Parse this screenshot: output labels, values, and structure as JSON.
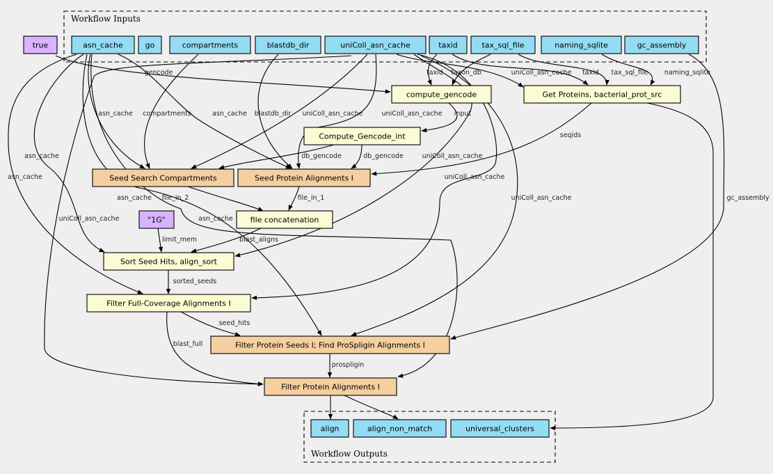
{
  "colors": {
    "background": "#efefef",
    "input": "#94dcf4",
    "constant": "#d9b3ff",
    "step": "#fbfbd4",
    "subworkflow": "#f5cf9f"
  },
  "clusters": [
    {
      "id": "inputs",
      "label": "Workflow Inputs"
    },
    {
      "id": "outputs",
      "label": "Workflow Outputs"
    }
  ],
  "nodes": [
    {
      "id": "true",
      "label": "true",
      "kind": "constant"
    },
    {
      "id": "asn_cache",
      "label": "asn_cache",
      "kind": "input"
    },
    {
      "id": "go",
      "label": "go",
      "kind": "input"
    },
    {
      "id": "compartments",
      "label": "compartments",
      "kind": "input"
    },
    {
      "id": "blastdb_dir",
      "label": "blastdb_dir",
      "kind": "input"
    },
    {
      "id": "uniColl_asn_cache",
      "label": "uniColl_asn_cache",
      "kind": "input"
    },
    {
      "id": "taxid",
      "label": "taxid",
      "kind": "input"
    },
    {
      "id": "tax_sql_file",
      "label": "tax_sql_file",
      "kind": "input"
    },
    {
      "id": "naming_sqlite",
      "label": "naming_sqlite",
      "kind": "input"
    },
    {
      "id": "gc_assembly",
      "label": "gc_assembly",
      "kind": "input"
    },
    {
      "id": "compute_gencode",
      "label": "compute_gencode",
      "kind": "step"
    },
    {
      "id": "get_proteins",
      "label": "Get Proteins, bacterial_prot_src",
      "kind": "step"
    },
    {
      "id": "compute_gencode_int",
      "label": "Compute_Gencode_int",
      "kind": "step"
    },
    {
      "id": "seed_search",
      "label": "Seed Search Compartments",
      "kind": "subworkflow"
    },
    {
      "id": "seed_protein",
      "label": "Seed Protein Alignments I",
      "kind": "subworkflow"
    },
    {
      "id": "one_g",
      "label": "\"1G\"",
      "kind": "constant"
    },
    {
      "id": "file_concat",
      "label": "file concatenation",
      "kind": "step"
    },
    {
      "id": "sort_seed",
      "label": "Sort Seed Hits, align_sort",
      "kind": "step"
    },
    {
      "id": "filter_full",
      "label": "Filter Full-Coverage Alignments I",
      "kind": "step"
    },
    {
      "id": "filter_seeds",
      "label": "Filter Protein Seeds I; Find ProSpligin Alignments I",
      "kind": "subworkflow"
    },
    {
      "id": "filter_align",
      "label": "Filter Protein Alignments I",
      "kind": "subworkflow"
    },
    {
      "id": "align",
      "label": "align",
      "kind": "input"
    },
    {
      "id": "align_non_match",
      "label": "align_non_match",
      "kind": "input"
    },
    {
      "id": "universal_clusters",
      "label": "universal_clusters",
      "kind": "input"
    }
  ],
  "edges": [
    {
      "from": "true",
      "to": "compute_gencode",
      "label": "gencode"
    },
    {
      "from": "asn_cache",
      "to": "seed_search",
      "label": "asn_cache"
    },
    {
      "from": "compartments",
      "to": "seed_search",
      "label": "compartments"
    },
    {
      "from": "asn_cache",
      "to": "seed_protein",
      "label": "asn_cache"
    },
    {
      "from": "blastdb_dir",
      "to": "seed_protein",
      "label": "blastdb_dir"
    },
    {
      "from": "uniColl_asn_cache",
      "to": "seed_search",
      "label": "uniColl_asn_cache"
    },
    {
      "from": "uniColl_asn_cache",
      "to": "seed_protein",
      "label": "uniColl_asn_cache"
    },
    {
      "from": "compute_gencode_int",
      "to": "seed_search",
      "label": "db_gencode"
    },
    {
      "from": "compute_gencode_int",
      "to": "seed_protein",
      "label": "db_gencode"
    },
    {
      "from": "compute_gencode",
      "to": "compute_gencode_int",
      "label": "input"
    },
    {
      "from": "get_proteins",
      "to": "seed_protein",
      "label": "seqids"
    },
    {
      "from": "seed_search",
      "to": "file_concat",
      "label": "file_in_2"
    },
    {
      "from": "seed_protein",
      "to": "file_concat",
      "label": "file_in_1"
    },
    {
      "from": "one_g",
      "to": "sort_seed",
      "label": "limit_mem"
    },
    {
      "from": "file_concat",
      "to": "sort_seed",
      "label": "blast_aligns"
    },
    {
      "from": "asn_cache",
      "to": "sort_seed",
      "label": "asn_cache"
    },
    {
      "from": "uniColl_asn_cache",
      "to": "filter_align",
      "label": "uniColl_asn_cache"
    },
    {
      "from": "asn_cache",
      "to": "filter_full",
      "label": "asn_cache"
    },
    {
      "from": "uniColl_asn_cache",
      "to": "sort_seed",
      "label": "uniColl_asn_cache"
    },
    {
      "from": "uniColl_asn_cache",
      "to": "filter_full",
      "label": "uniColl_asn_cache"
    },
    {
      "from": "uniColl_asn_cache",
      "to": "filter_seeds",
      "label": "uniColl_asn_cache"
    },
    {
      "from": "asn_cache",
      "to": "filter_seeds",
      "label": "asn_cache"
    },
    {
      "from": "asn_cache",
      "to": "filter_align",
      "label": "asn_cache"
    },
    {
      "from": "sort_seed",
      "to": "filter_full",
      "label": "sorted_seeds"
    },
    {
      "from": "filter_full",
      "to": "filter_seeds",
      "label": "seed_hits"
    },
    {
      "from": "filter_full",
      "to": "filter_align",
      "label": "blast_full"
    },
    {
      "from": "filter_seeds",
      "to": "filter_align",
      "label": "prospligin"
    },
    {
      "from": "taxid",
      "to": "compute_gencode",
      "label": "taxid"
    },
    {
      "from": "tax_sql_file",
      "to": "compute_gencode",
      "label": "taxon_db"
    },
    {
      "from": "uniColl_asn_cache",
      "to": "get_proteins",
      "label": "uniColl_asn_cache"
    },
    {
      "from": "taxid",
      "to": "get_proteins",
      "label": "taxid"
    },
    {
      "from": "tax_sql_file",
      "to": "get_proteins",
      "label": "tax_sql_file"
    },
    {
      "from": "naming_sqlite",
      "to": "get_proteins",
      "label": "naming_sqlite"
    },
    {
      "from": "gc_assembly",
      "to": "filter_seeds",
      "label": "gc_assembly"
    },
    {
      "from": "get_proteins",
      "to": "universal_clusters",
      "label": ""
    },
    {
      "from": "filter_align",
      "to": "align",
      "label": ""
    },
    {
      "from": "filter_align",
      "to": "align_non_match",
      "label": ""
    }
  ]
}
